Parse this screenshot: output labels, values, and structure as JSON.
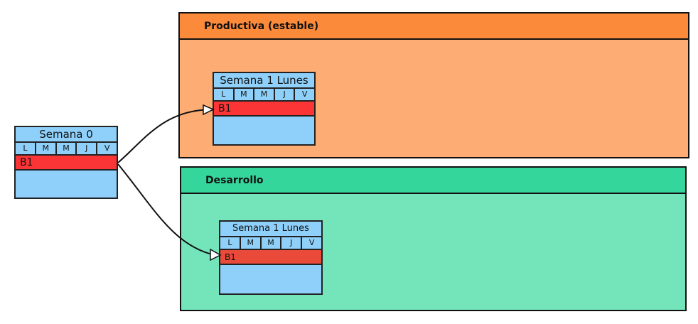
{
  "lanes": {
    "productiva": {
      "title": "Productiva (estable)",
      "header_color": "#fb8a3b",
      "body_color": "#fdac74"
    },
    "desarrollo": {
      "title": "Desarrollo",
      "header_color": "#35d69c",
      "body_color": "#74e5bb"
    }
  },
  "nodes": {
    "semana0": {
      "title": "Semana 0",
      "days": [
        "L",
        "M",
        "M",
        "J",
        "V"
      ],
      "branch": "B1",
      "branch_color": "#fb3535"
    },
    "prod_lunes": {
      "title": "Semana 1 Lunes",
      "days": [
        "L",
        "M",
        "M",
        "J",
        "V"
      ],
      "branch": "B1",
      "branch_color": "#fb3535"
    },
    "dev_lunes": {
      "title": "Semana 1 Lunes",
      "days": [
        "L",
        "M",
        "M",
        "J",
        "V"
      ],
      "branch": "B1",
      "branch_color": "#e94a3a"
    }
  },
  "colors": {
    "week_bg": "#8fd0fb",
    "line": "#111111"
  }
}
